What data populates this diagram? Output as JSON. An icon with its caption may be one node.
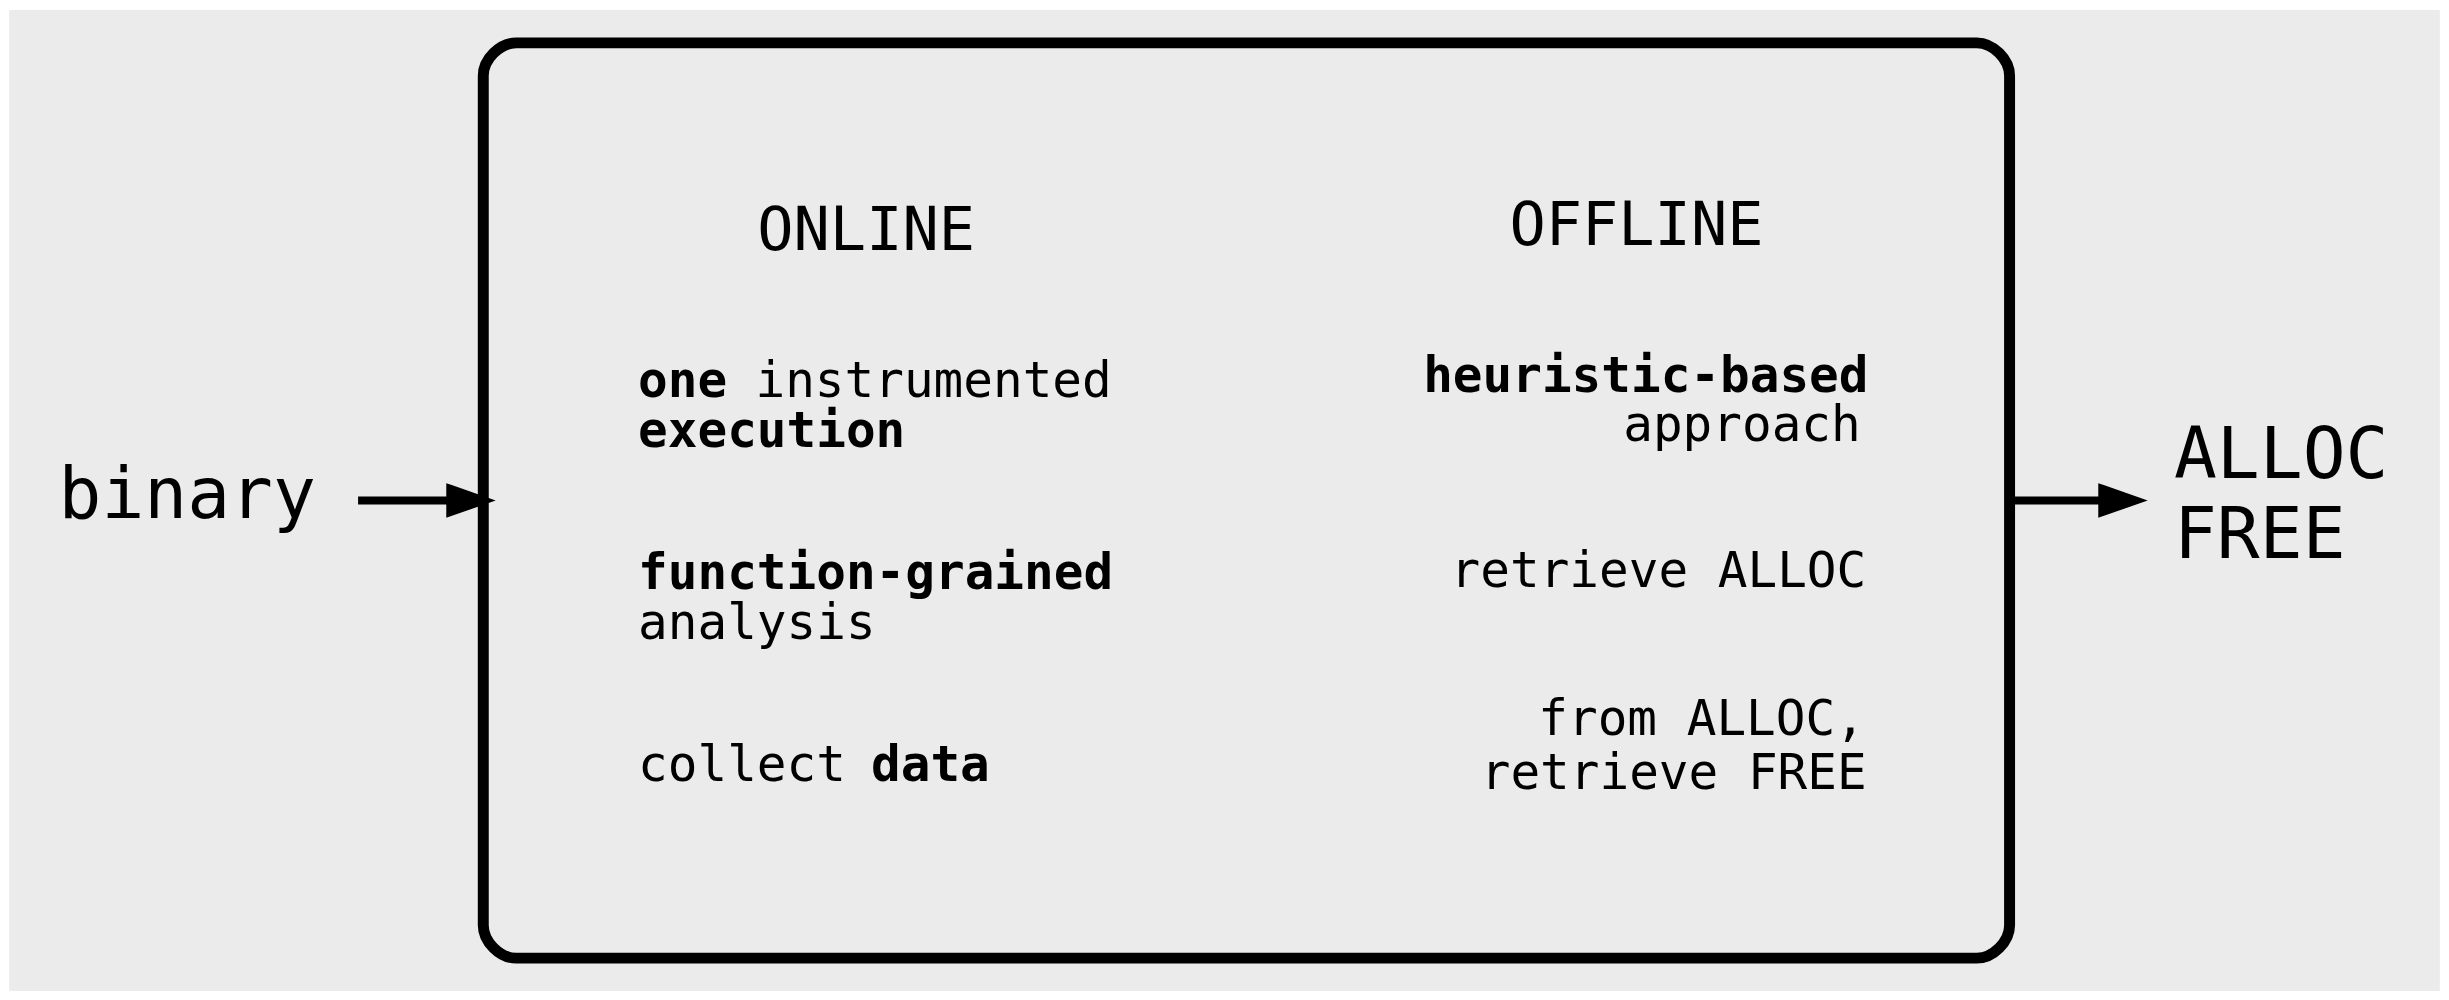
{
  "diagram": {
    "nodes": [
      {
        "text": [
          "binary"
        ]
      },
      {
        "text": [],
        "shape": "box"
      },
      {
        "text": [
          "ONLINE",
          "**one** instrumented **execution**",
          "**function-grained** analysis",
          "collect **data**"
        ],
        "in": 1
      },
      {
        "text": [
          "OFFLINE",
          "**heuristic-based** approach",
          "retrieve ALLOC",
          "from ALLOC, retrieve FREE"
        ],
        "in": 1
      },
      {
        "text": [
          "ALLOC FREE"
        ]
      }
    ],
    "edges": [
      {
        "from": 0,
        "to": 1,
        "arrow": "to"
      },
      {
        "from": 1,
        "to": 4,
        "arrow": "to"
      }
    ]
  }
}
